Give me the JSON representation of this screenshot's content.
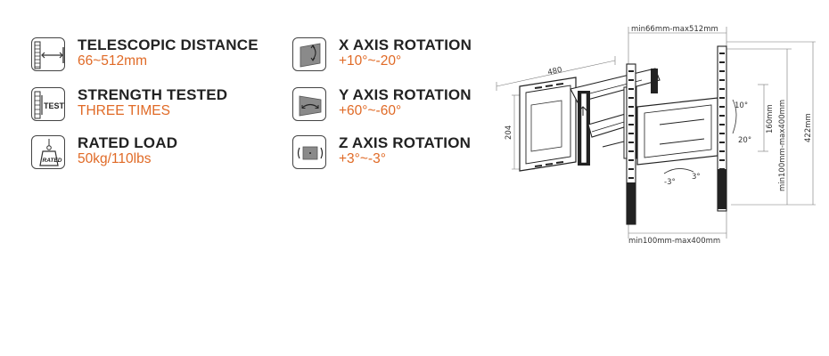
{
  "features": {
    "telescopic": {
      "title": "TELESCOPIC DISTANCE",
      "value": "66~512mm"
    },
    "strength": {
      "title": "STRENGTH TESTED",
      "value": "THREE TIMES"
    },
    "rated": {
      "title": "RATED LOAD",
      "value": "50kg/110lbs"
    },
    "x_axis": {
      "title": "X AXIS ROTATION",
      "value": "+10°~-20°"
    },
    "y_axis": {
      "title": "Y AXIS ROTATION",
      "value": "+60°~-60°"
    },
    "z_axis": {
      "title": "Z AXIS ROTATION",
      "value": "+3°~-3°"
    }
  },
  "icons": {
    "test_label": "TEST",
    "rated_label": "RATED"
  },
  "diagram": {
    "top_dim": "min66mm-max512mm",
    "depth_dim": "480",
    "height_dim": "204",
    "tilt_up": "10°",
    "tilt_down": "20°",
    "vesa_height": "160mm",
    "vesa_range_vertical": "min100mm-max400mm",
    "total_height": "422mm",
    "level_left": "-3°",
    "level_right": "3°",
    "bottom_dim": "min100mm-max400mm"
  },
  "colors": {
    "accent": "#e06a26",
    "text": "#222222"
  }
}
